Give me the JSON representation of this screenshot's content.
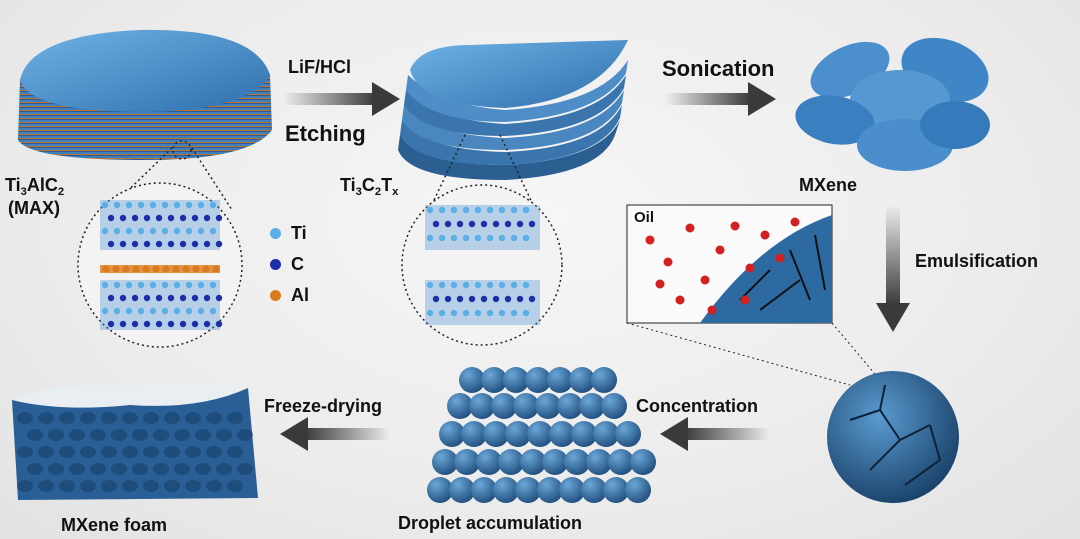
{
  "steps": {
    "etch_reagent": "LiF/HCl",
    "etch_label": "Etching",
    "sonication": "Sonication",
    "emulsification": "Emulsification",
    "concentration": "Concentration",
    "freeze_drying": "Freeze-drying"
  },
  "materials": {
    "max": {
      "prefix": "Ti",
      "s1": "3",
      "mid": "AlC",
      "s2": "2",
      "note": "(MAX)"
    },
    "etched": {
      "p1": "Ti",
      "s1": "3",
      "p2": "C",
      "s2": "2",
      "p3": "T",
      "s3": "x"
    },
    "mxene": "MXene",
    "oil": "Oil",
    "accumulation": "Droplet accumulation",
    "foam": "MXene foam"
  },
  "legend": [
    {
      "label": "Ti",
      "color": "#5ab0e6"
    },
    {
      "label": "C",
      "color": "#1d2fa8"
    },
    {
      "label": "Al",
      "color": "#d97a1c"
    }
  ],
  "colors": {
    "mxene_blue": "#3b7fbd",
    "arrow": "#3a3a3a",
    "droplet": "#d42020"
  }
}
